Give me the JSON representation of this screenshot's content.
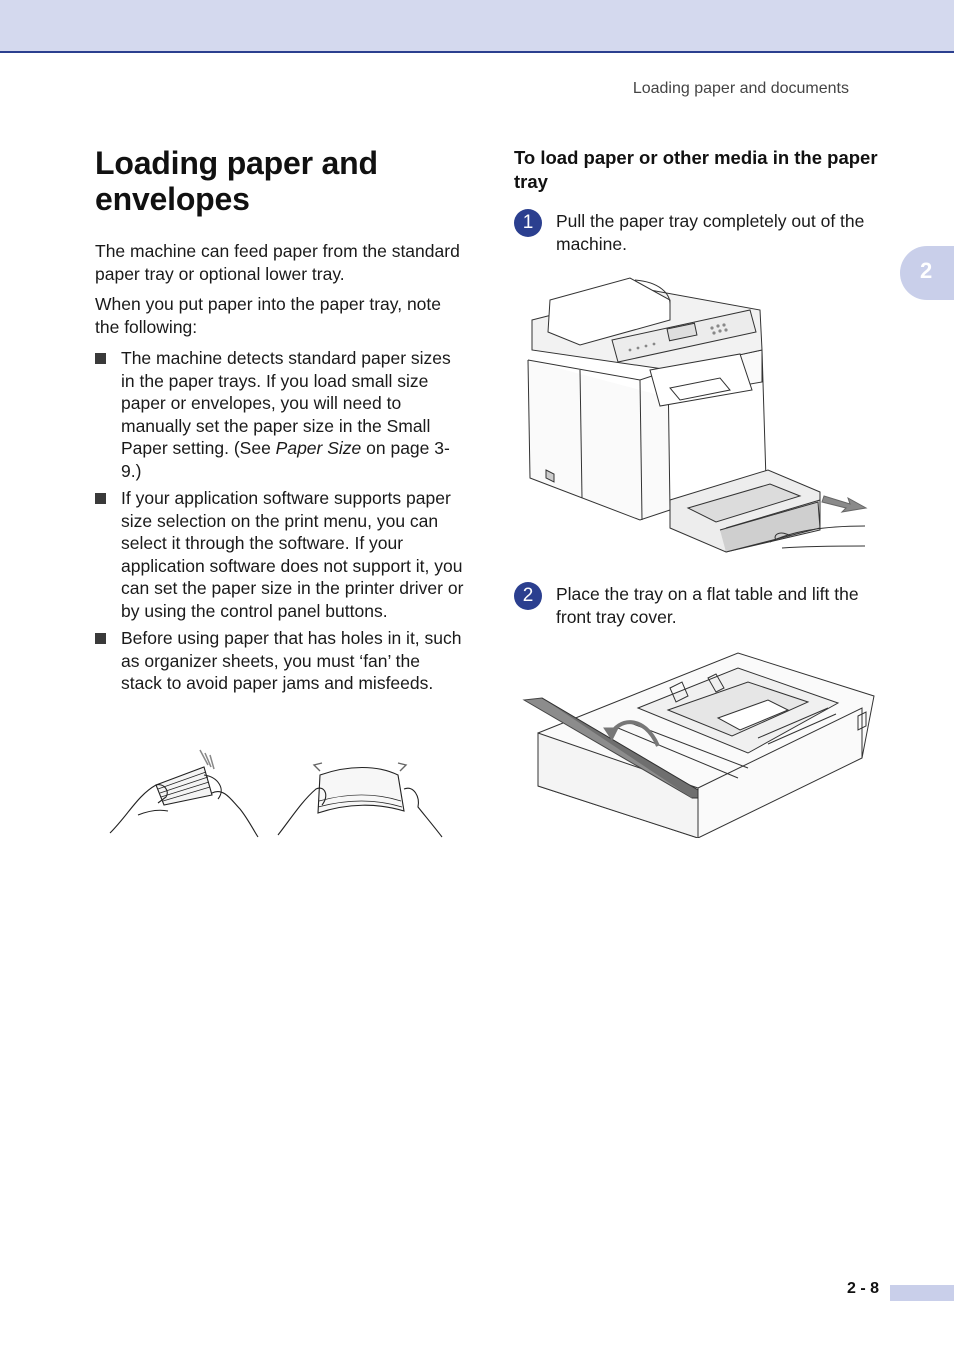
{
  "header": {
    "running_head": "Loading paper and documents"
  },
  "chapter_tab": {
    "number": "2"
  },
  "left": {
    "title": "Loading paper and envelopes",
    "intro": [
      "The machine can feed paper from the standard paper tray or optional lower tray.",
      "When you put paper into the paper tray, note the following:"
    ],
    "bullets": {
      "b1_before": "The machine detects standard paper sizes in the paper trays. If you load small size paper or envelopes, you will need to manually set the paper size in the Small Paper setting. (See ",
      "b1_italic": "Paper Size",
      "b1_after": " on page 3-9.)",
      "b2": "If your application software supports paper size selection on the print menu, you can select it through the software. If your application software does not support it, you can set the paper size in the printer driver or by using the control panel buttons.",
      "b3": "Before using paper that has holes in it, such as organizer sheets, you must ‘fan’ the stack to avoid paper jams and misfeeds."
    }
  },
  "right": {
    "heading": "To load paper or other media in the paper tray",
    "steps": [
      {
        "number": "1",
        "text": "Pull the paper tray completely out of the machine."
      },
      {
        "number": "2",
        "text": "Place the tray on a flat table and lift the front tray cover."
      }
    ]
  },
  "footer": {
    "page_number": "2 - 8"
  },
  "colors": {
    "band": "#d4d9ee",
    "accent": "#2b3f8f",
    "tab": "#c9cfea"
  }
}
